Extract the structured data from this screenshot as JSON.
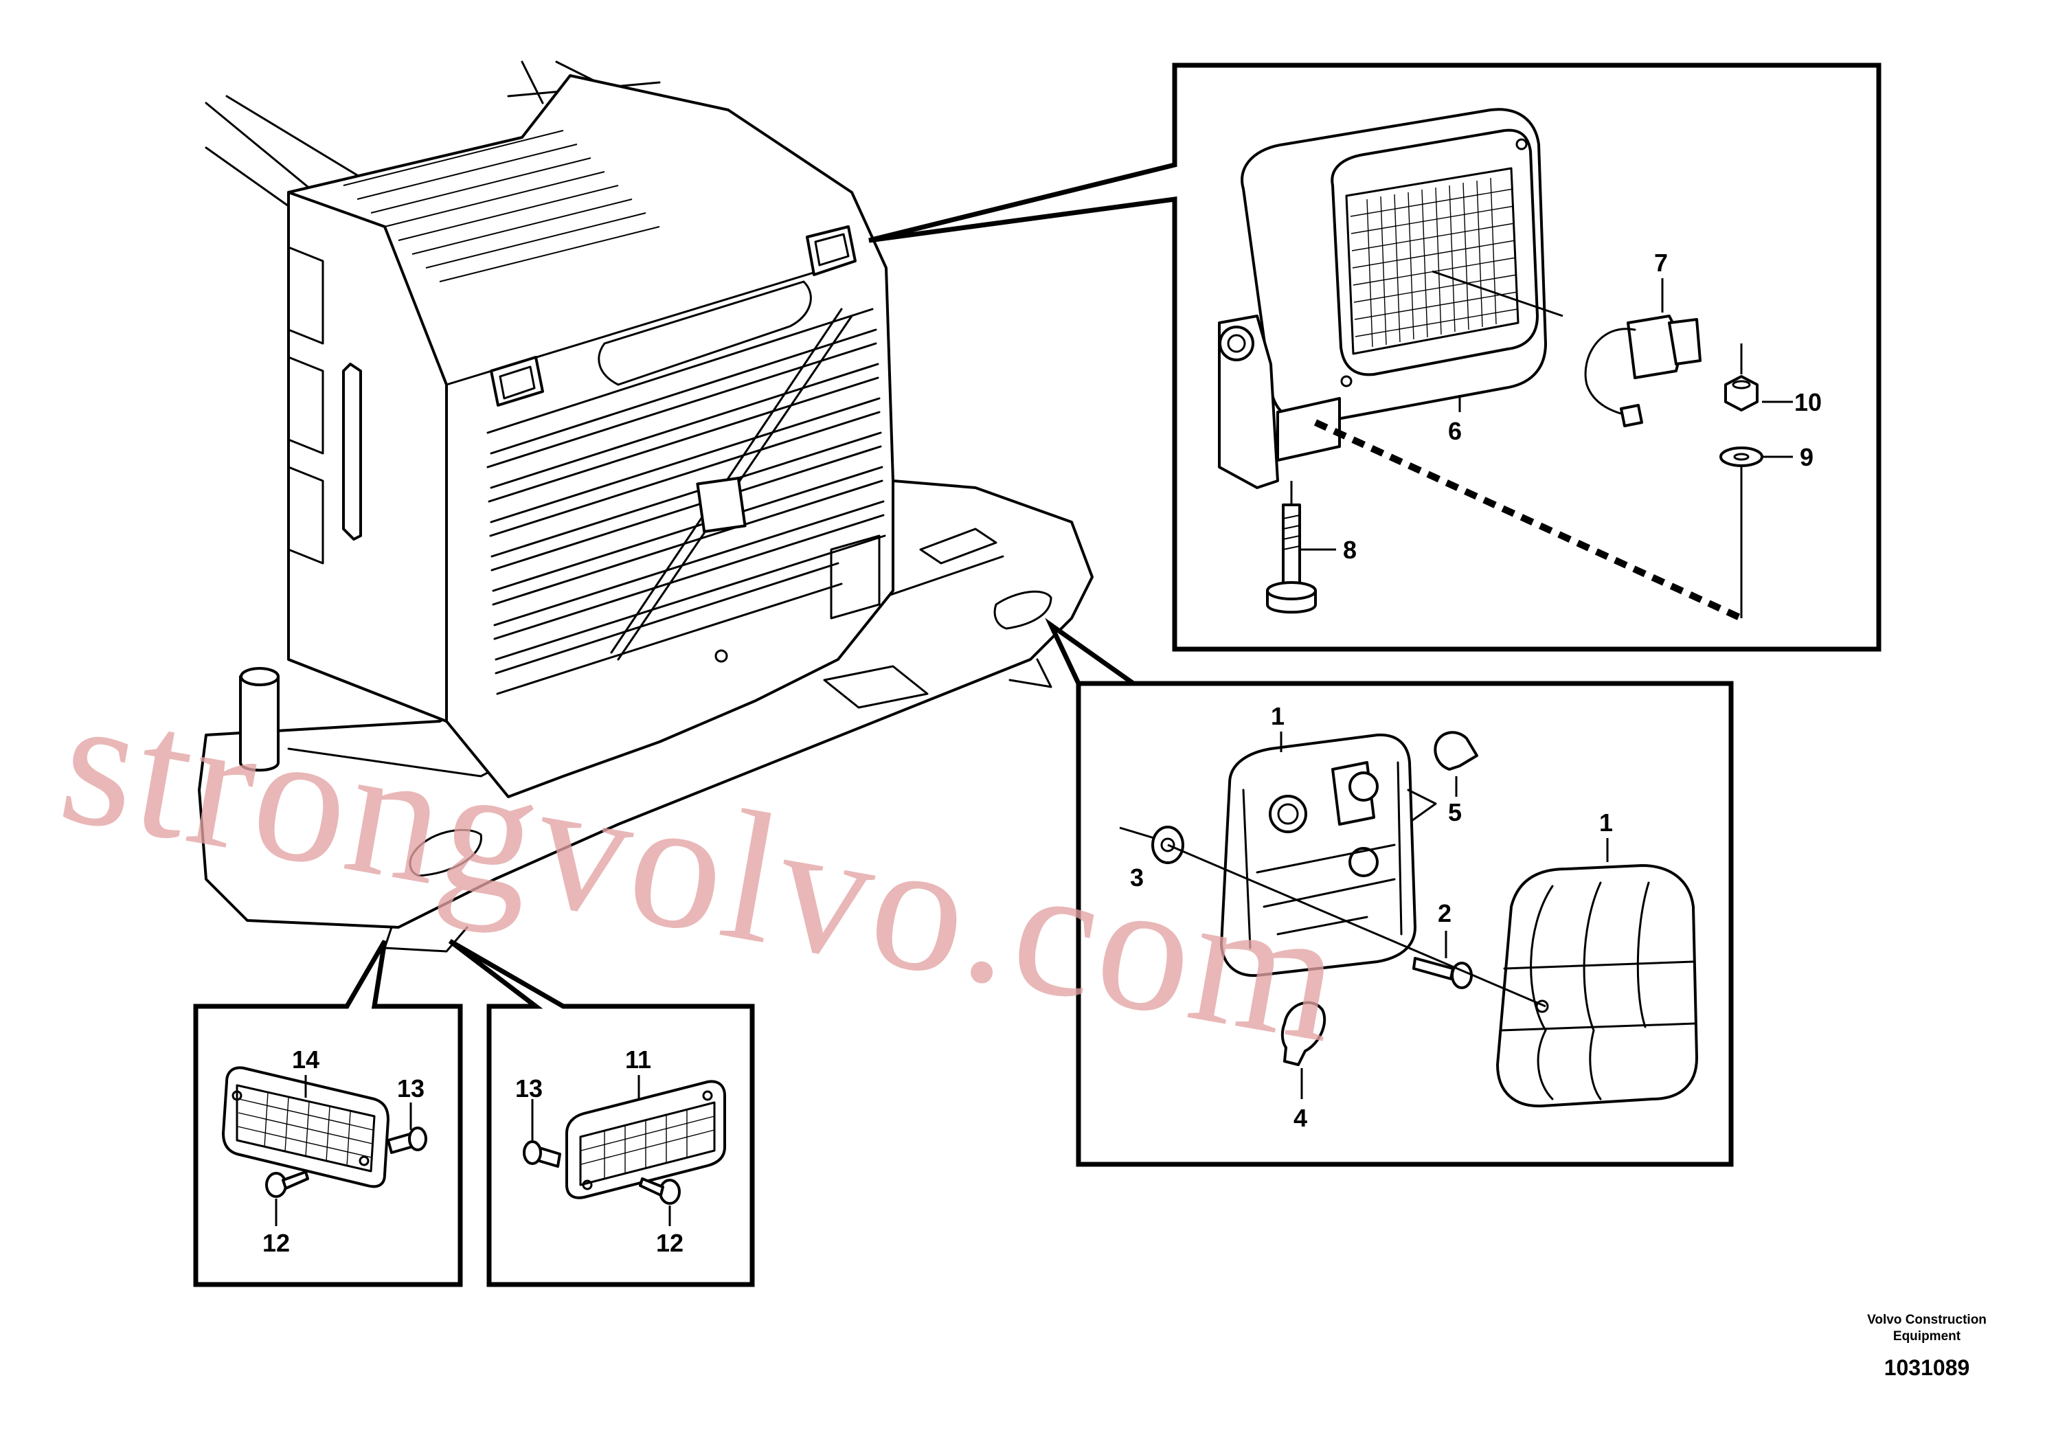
{
  "watermark": "strongvolvo.com",
  "brand_line1": "Volvo Construction",
  "brand_line2": "Equipment",
  "drawing_number": "1031089",
  "callouts": {
    "work_light": [
      "6",
      "7",
      "8",
      "9",
      "10"
    ],
    "rear_lamp": [
      "1",
      "1",
      "2",
      "3",
      "4",
      "5"
    ],
    "reflector_left": [
      "12",
      "13",
      "14"
    ],
    "reflector_right": [
      "11",
      "12",
      "13"
    ]
  }
}
